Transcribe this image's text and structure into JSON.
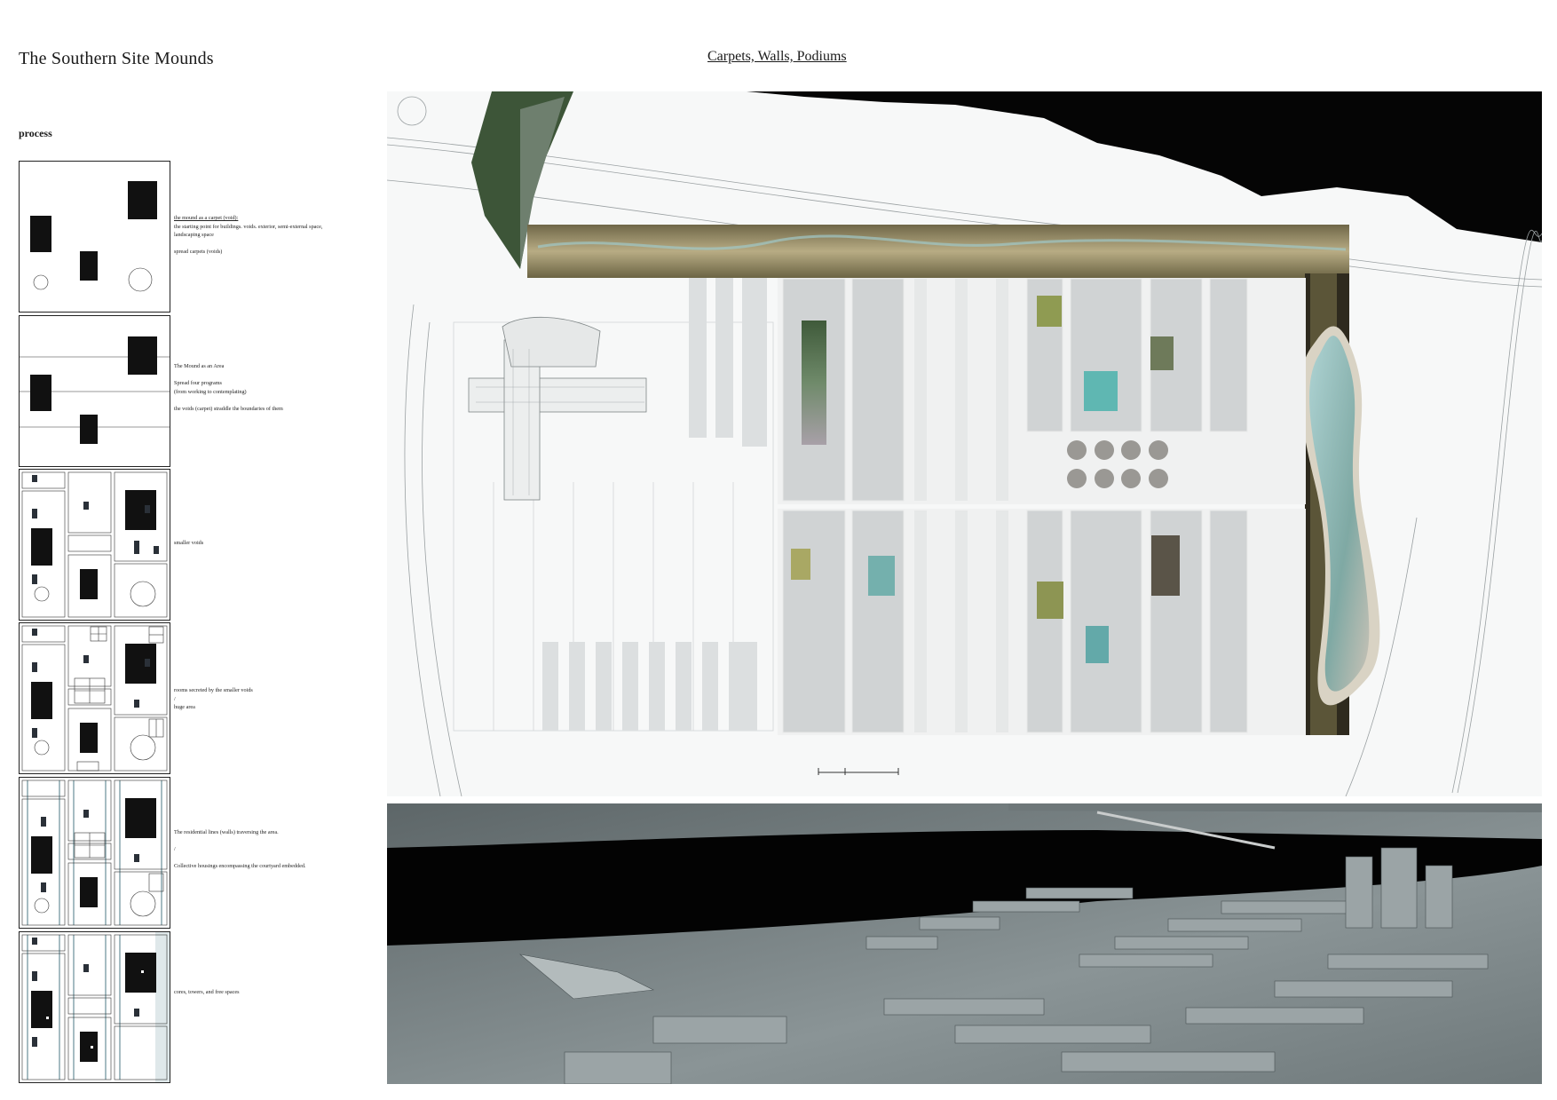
{
  "header": {
    "title": "The Southern Site Mounds",
    "subtitle": "Carpets, Walls, Podiums",
    "process_label": "process"
  },
  "steps": [
    {
      "lines": [
        "the mound as a carpet (void):",
        "the starting point for buildings. voids. exterior, semi-external space,",
        "landscaping space",
        "",
        "spread carpets (voids)"
      ]
    },
    {
      "lines": [
        "The Mound as an Area",
        "",
        "Spread four programs",
        "(from working to contemplating)",
        "",
        "the voids (carpet) straddle the boundaries of them"
      ]
    },
    {
      "lines": [
        "smaller voids"
      ]
    },
    {
      "lines": [
        "rooms secreted by the smaller voids",
        "/",
        "huge area"
      ]
    },
    {
      "lines": [
        "The residential lines (walls) traversing the area.",
        "/",
        "Collective housings encompassing the courtyard embedded."
      ]
    },
    {
      "lines": [
        "cores, towers, and free spaces"
      ]
    }
  ],
  "colors": {
    "night": "#050505",
    "concrete": "#cfd2d3",
    "sand": "#a89a72",
    "water": "#8fb9bc",
    "model_grey": "#6f7a7c",
    "green_void": "#6f7d55"
  }
}
